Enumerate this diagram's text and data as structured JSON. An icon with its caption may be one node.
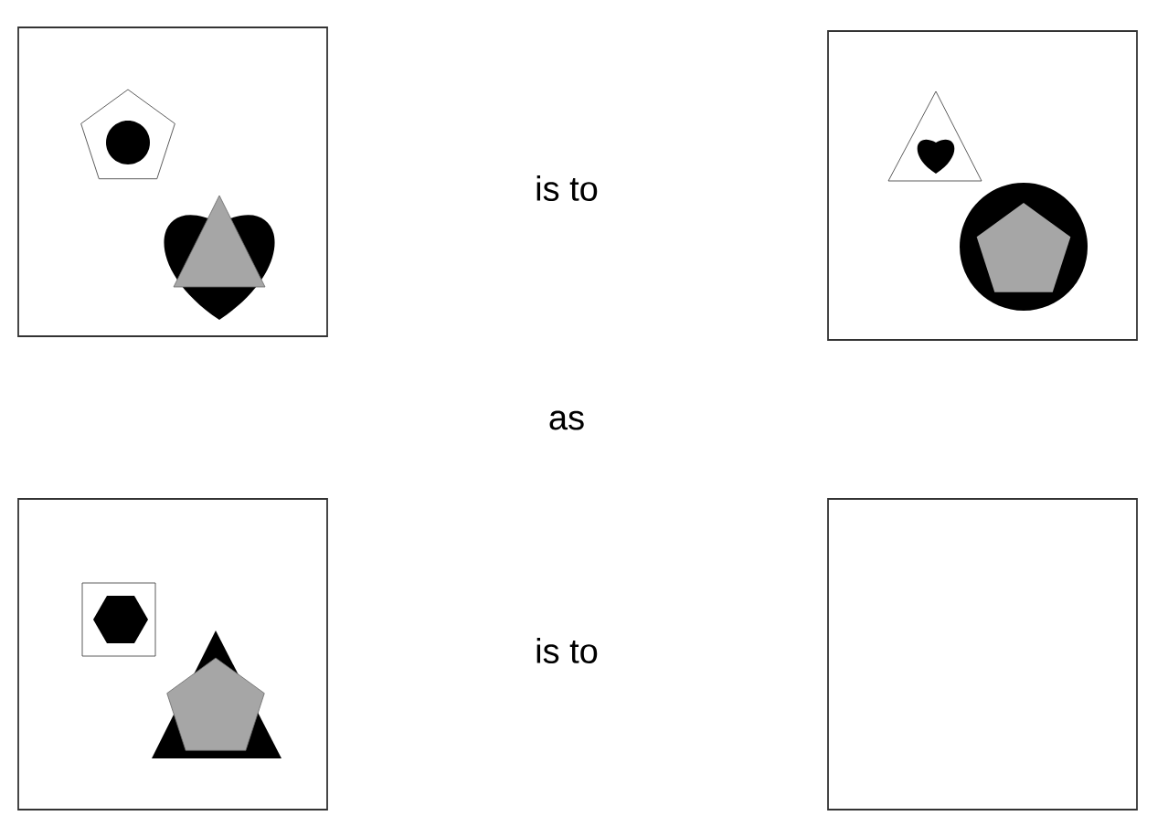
{
  "diagram": {
    "nodes": [
      {
        "text": [],
        "shape": "box"
      },
      {
        "text": [],
        "shape": "box"
      },
      {
        "text": [],
        "shape": "box"
      },
      {
        "text": [],
        "shape": "box"
      }
    ],
    "labels": [
      "is to",
      "as",
      "is to"
    ]
  }
}
